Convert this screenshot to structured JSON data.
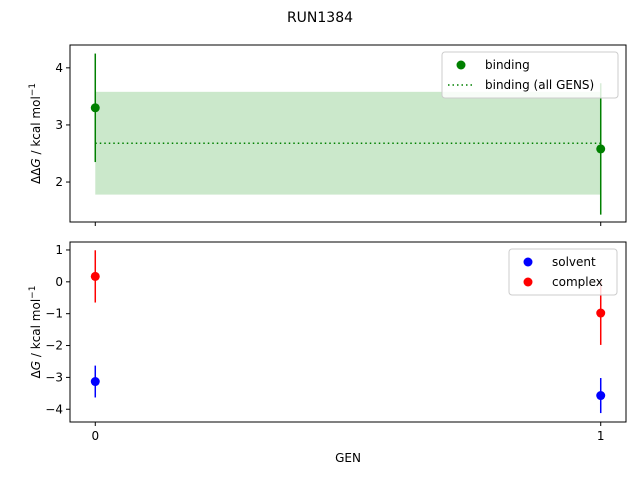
{
  "chart_data": [
    {
      "type": "scatter",
      "title": "RUN1384",
      "ylabel_prefix": "ΔΔ",
      "ylabel_var": "G",
      "ylabel_suffix": " / kcal mol",
      "ylabel_exp": "−1",
      "xlim": [
        -0.05,
        1.05
      ],
      "ylim": [
        1.3,
        4.4
      ],
      "xticks": [
        0,
        1
      ],
      "yticks": [
        2,
        3,
        4
      ],
      "series": [
        {
          "name": "binding",
          "color": "#008000",
          "marker": "circle",
          "x": [
            0,
            1
          ],
          "y": [
            3.3,
            2.58
          ],
          "yerr": [
            0.95,
            1.15
          ]
        }
      ],
      "hline": {
        "name": "binding (all GENS)",
        "color": "#008000",
        "style": "dotted",
        "y": 2.68,
        "band": [
          1.78,
          3.58
        ],
        "band_color": "#a8d8a8",
        "xrange": [
          0,
          1
        ]
      },
      "legend_position": "top-right",
      "legend_entries": [
        "binding",
        "binding (all GENS)"
      ]
    },
    {
      "type": "scatter",
      "xlabel": "GEN",
      "ylabel_prefix": "Δ",
      "ylabel_var": "G",
      "ylabel_suffix": " / kcal mol",
      "ylabel_exp": "−1",
      "xlim": [
        -0.05,
        1.05
      ],
      "ylim": [
        -4.4,
        1.25
      ],
      "xticks": [
        0,
        1
      ],
      "yticks": [
        -4,
        -3,
        -2,
        -1,
        0,
        1
      ],
      "series": [
        {
          "name": "solvent",
          "color": "#0000ff",
          "marker": "circle",
          "x": [
            0,
            1
          ],
          "y": [
            -3.13,
            -3.57
          ],
          "yerr": [
            0.5,
            0.55
          ]
        },
        {
          "name": "complex",
          "color": "#ff0000",
          "marker": "circle",
          "x": [
            0,
            1
          ],
          "y": [
            0.17,
            -0.98
          ],
          "yerr": [
            0.82,
            1.0
          ]
        }
      ],
      "legend_position": "top-right",
      "legend_entries": [
        "solvent",
        "complex"
      ]
    }
  ]
}
